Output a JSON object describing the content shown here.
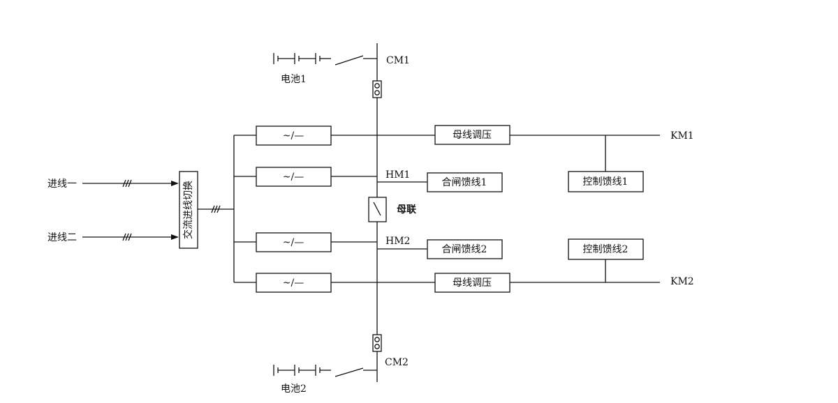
{
  "battery1": {
    "label": "电池1",
    "node": "CM1"
  },
  "battery2": {
    "label": "电池2",
    "node": "CM2"
  },
  "incoming": {
    "line1": "进线一",
    "line2": "进线二"
  },
  "ac_switch": {
    "label": "交流进线切换"
  },
  "converter": {
    "label": "~/—"
  },
  "regulator": {
    "top": "母线调压",
    "bottom": "母线调压"
  },
  "closing_feeder": {
    "one": "合闸馈线1",
    "two": "合闸馈线2"
  },
  "control_feeder": {
    "one": "控制馈线1",
    "two": "控制馈线2"
  },
  "bus_tie": {
    "label": "母联"
  },
  "buses": {
    "hm1": "HM1",
    "hm2": "HM2",
    "km1": "KM1",
    "km2": "KM2"
  }
}
